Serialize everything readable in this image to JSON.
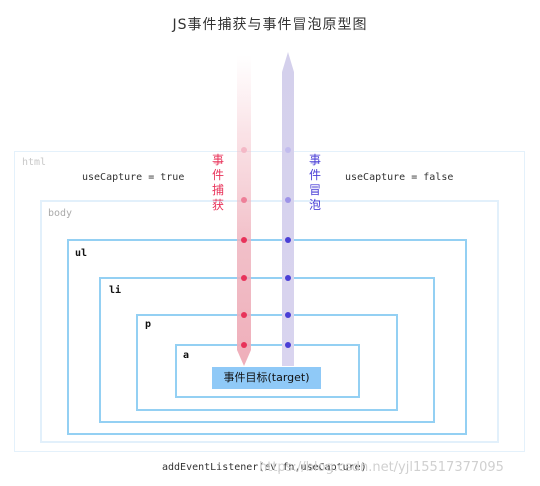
{
  "title": "JS事件捕获与事件冒泡原型图",
  "capture_label": "useCapture = true",
  "bubble_label": "useCapture = false",
  "capture_chars": [
    "事",
    "件",
    "捕",
    "获"
  ],
  "bubble_chars": [
    "事",
    "件",
    "冒",
    "泡"
  ],
  "boxes": {
    "html": "html",
    "body": "body",
    "ul": "ul",
    "li": "li",
    "p": "p",
    "a": "a"
  },
  "target_label": "事件目标(target)",
  "footer": "addEventListener(ev,fn,useCapture)",
  "watermark": "https://blog.csdn.net/yjl15517377095",
  "colors": {
    "capture": "#e8335a",
    "bubble": "#4a3fd6",
    "box_border": "#8ecdf2",
    "target_bg": "#8fc9f7"
  }
}
